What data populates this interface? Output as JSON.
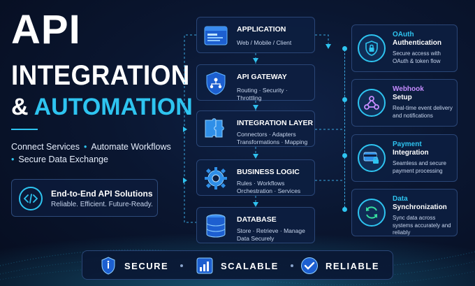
{
  "hero": {
    "title_line1": "API",
    "title_line2": "INTEGRATION",
    "title_amp": "&",
    "title_line3": "AUTOMATION",
    "bullet1": "Connect Services",
    "bullet2": "Automate Workflows",
    "bullet3": "Secure Data Exchange",
    "solutions_title": "End-to-End API Solutions",
    "solutions_sub": "Reliable. Efficient. Future-Ready.",
    "solutions_icon": "code-brackets-icon"
  },
  "flow": {
    "steps": [
      {
        "title": "APPLICATION",
        "desc": "Web / Mobile / Client",
        "icon": "browser-window-icon"
      },
      {
        "title": "API GATEWAY",
        "desc": "Routing · Security · Throttling",
        "icon": "shield-network-icon"
      },
      {
        "title": "INTEGRATION LAYER",
        "desc": "Connectors · Adapters Transformations · Mapping",
        "icon": "puzzle-icon"
      },
      {
        "title": "BUSINESS LOGIC",
        "desc": "Rules · Workflows Orchestration · Services",
        "icon": "gear-icon"
      },
      {
        "title": "DATABASE",
        "desc": "Store · Retrieve · Manage Data Securely",
        "icon": "database-icon"
      }
    ]
  },
  "features": {
    "cards": [
      {
        "title1": "OAuth",
        "title2": "Authentication",
        "desc": "Secure access with OAuth & token flow",
        "icon": "shield-lock-icon"
      },
      {
        "title1": "Webhook",
        "title2": "Setup",
        "desc": "Real-time event delivery and notifications",
        "icon": "webhook-icon"
      },
      {
        "title1": "Payment",
        "title2": "Integration",
        "desc": "Seamless and secure payment processing",
        "icon": "credit-card-lock-icon"
      },
      {
        "title1": "Data",
        "title2": "Synchronization",
        "desc": "Sync data across systems accurately and reliably",
        "icon": "sync-icon"
      }
    ]
  },
  "bottom": {
    "badges": [
      {
        "label": "SECURE",
        "icon": "shield-check-icon"
      },
      {
        "label": "SCALABLE",
        "icon": "bar-chart-icon"
      },
      {
        "label": "RELIABLE",
        "icon": "check-circle-icon"
      }
    ]
  },
  "colors": {
    "accent": "#2ec4f0",
    "background": "#0a1630",
    "card_border": "#2a4677"
  }
}
